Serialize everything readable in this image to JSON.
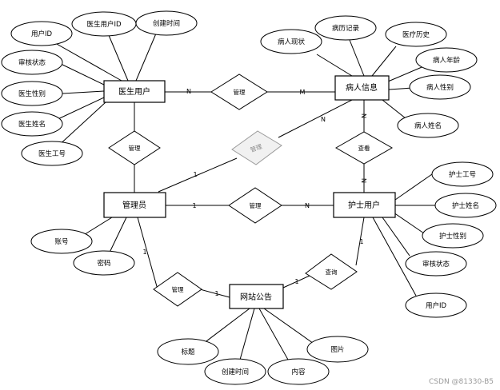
{
  "entities": {
    "doctor": "医生用户",
    "patient": "病人信息",
    "admin": "管理员",
    "nurse": "护士用户",
    "notice": "网站公告"
  },
  "attributes": {
    "doctor_user_id": "用户ID",
    "doctor_doctor_user_id": "医生用户ID",
    "doctor_created": "创建时间",
    "doctor_review_status": "审核状态",
    "doctor_gender": "医生性别",
    "doctor_name": "医生姓名",
    "doctor_job_no": "医生工号",
    "patient_status": "病人现状",
    "patient_record": "病历记录",
    "patient_history": "医疗历史",
    "patient_age": "病人年龄",
    "patient_gender": "病人性别",
    "patient_name": "病人姓名",
    "admin_account": "账号",
    "admin_password": "密码",
    "nurse_job_no": "护士工号",
    "nurse_name": "护士姓名",
    "nurse_gender": "护士性别",
    "nurse_review_status": "审核状态",
    "nurse_user_id": "用户ID",
    "notice_title": "标题",
    "notice_created": "创建时间",
    "notice_content": "内容",
    "notice_image": "图片"
  },
  "relationships": {
    "doctor_patient": "管理",
    "admin_doctor": "管理",
    "admin_patient": "管理",
    "nurse_patient": "查看",
    "admin_nurse": "管理",
    "admin_notice": "管理",
    "nurse_notice": "查询"
  },
  "cardinalities": {
    "doctor_patient_left": "N",
    "doctor_patient_right": "M",
    "admin_patient_left": "1",
    "admin_patient_right": "N",
    "nurse_patient_top": "N",
    "nurse_patient_bottom": "N",
    "admin_nurse_left": "1",
    "admin_nurse_right": "N",
    "admin_notice_top": "1",
    "admin_notice_bottom": "1",
    "nurse_notice_top": "1",
    "nurse_notice_bottom": "1"
  },
  "watermark": "CSDN @81330-B5"
}
